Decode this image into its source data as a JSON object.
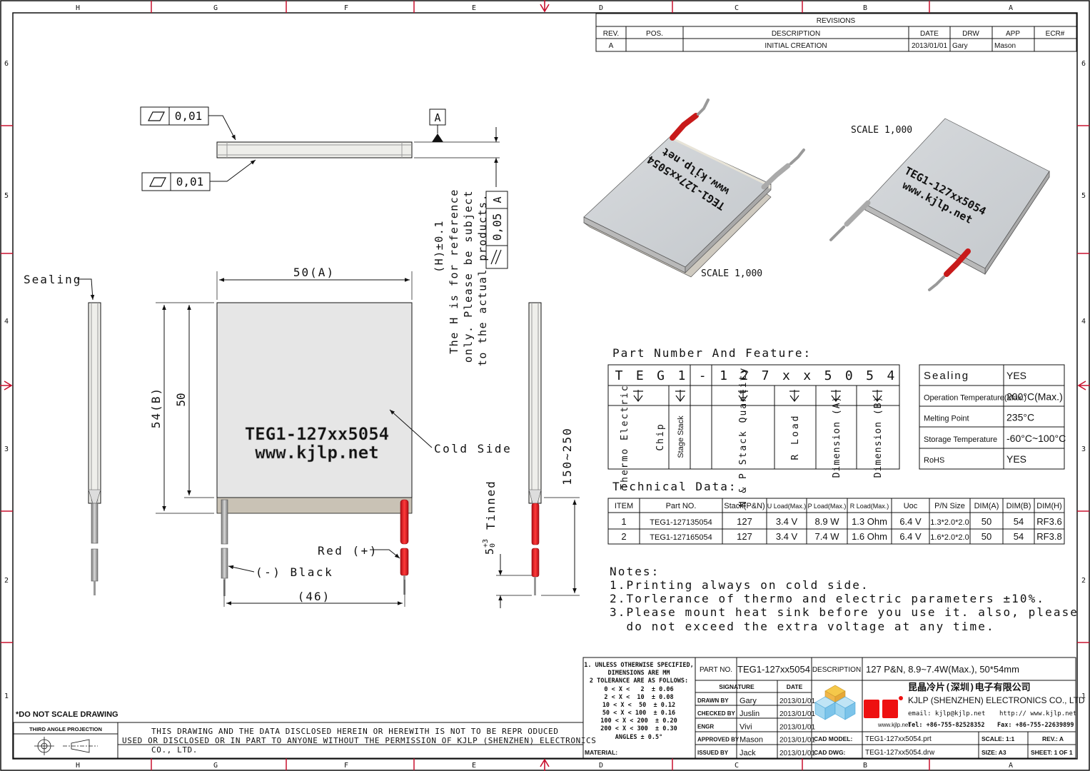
{
  "border": {
    "cols_top": [
      "H",
      "G",
      "F",
      "E",
      "D",
      "C",
      "B",
      "A"
    ],
    "cols_bottom": [
      "H",
      "G",
      "F",
      "E",
      "D",
      "C",
      "B",
      "A"
    ],
    "rows_left": [
      "6",
      "5",
      "4",
      "3",
      "2",
      "1"
    ],
    "rows_right": [
      "6",
      "5",
      "4",
      "3",
      "2",
      "1"
    ],
    "color": "#c8102e"
  },
  "revisions": {
    "title": "REVISIONS",
    "headers": [
      "REV.",
      "POS.",
      "DESCRIPTION",
      "DATE",
      "DRW",
      "APP",
      "ECR#"
    ],
    "rows": [
      [
        "A",
        "",
        "INITIAL CREATION",
        "2013/01/01",
        "Gary",
        "Mason",
        ""
      ]
    ]
  },
  "drawing": {
    "flatness_1": "0,01",
    "flatness_2": "0,01",
    "datum_a": "A",
    "parallel_tol": "0,05",
    "parallel_ref": "A",
    "h_note_1": "(H)±0.1",
    "h_note_2": "The H is for reference",
    "h_note_3": "only. Please be subject",
    "h_note_4": "to the actual products.",
    "sealing": "Sealing",
    "dim_width": "50(A)",
    "dim_height": "54(B)",
    "dim_inner": "50",
    "dim_leads": "(46)",
    "dim_wire": "150~250",
    "dim_tin_a": "5",
    "dim_tin_b": "+3",
    "dim_tin_c": "0",
    "tinned": "Tinned",
    "logo_1": "TEG1-127xx5054",
    "logo_2": "www.kjlp.net",
    "cold_side": "Cold Side",
    "red_label": "Red (+)",
    "black_label": "(-) Black",
    "scale_1": "SCALE  1,000",
    "scale_2": "SCALE  1,000"
  },
  "part_number": {
    "title": "Part Number And Feature:",
    "chars": [
      "T",
      "E",
      "G",
      "1",
      "-",
      "1",
      "2",
      "7",
      "x",
      "x",
      "5",
      "0",
      "5",
      "4"
    ],
    "labels": [
      "Thermo Electric",
      "Chip",
      "Stage Stack",
      "N & P Stack Quantity",
      "R Load",
      "Dimension (A)",
      "Dimension (B)"
    ],
    "features": [
      [
        "Sealing",
        "YES"
      ],
      [
        "Operation Temperature(Max.)",
        "200°C(Max.)"
      ],
      [
        "Melting Point",
        "235°C"
      ],
      [
        "Storage Temperature",
        "-60°C~100°C"
      ],
      [
        "RoHS",
        "YES"
      ]
    ]
  },
  "technical": {
    "title": "Technical Data:",
    "headers": [
      "ITEM",
      "Part NO.",
      "Stack(P&N)",
      "U Load(Max.)",
      "P Load(Max.)",
      "R Load(Max.)",
      "Uoc",
      "P/N Size",
      "DIM(A)",
      "DIM(B)",
      "DIM(H)"
    ],
    "rows": [
      [
        "1",
        "TEG1-127135054",
        "127",
        "3.4 V",
        "8.9 W",
        "1.3 Ohm",
        "6.4 V",
        "1.3*2.0*2.0",
        "50",
        "54",
        "RF3.6"
      ],
      [
        "2",
        "TEG1-127165054",
        "127",
        "3.4 V",
        "7.4 W",
        "1.6 Ohm",
        "6.4 V",
        "1.6*2.0*2.0",
        "50",
        "54",
        "RF3.8"
      ]
    ]
  },
  "notes": {
    "title": "Notes:",
    "lines": [
      "1.Printing always on cold side.",
      "2.Torlerance of thermo and electric parameters ±10%.",
      "3.Please mount heat sink before you use it. also, please",
      "  do not exceed the extra voltage at any time."
    ]
  },
  "title_block": {
    "tolerance": [
      "1. UNLESS OTHERWISE SPECIFIED,",
      "DIMENSIONS ARE MM",
      "2 TOLERANCE ARE AS FOLLOWS:",
      "0 < X <   2  ± 0.06",
      "2 < X <  10  ± 0.08",
      "10 < X <  50  ± 0.12",
      "50 < X < 100  ± 0.16",
      "100 < X < 200  ± 0.20",
      "200 < X < 300  ± 0.30",
      "ANGLES ± 0.5°"
    ],
    "do_not_scale": "*DO NOT SCALE DRAWING",
    "projection": "THIRD ANGLE PROJECTION",
    "disclaimer_1": "THIS DRAWING AND THE DATA DISCLOSED HEREIN OR HEREWITH IS NOT TO BE REPR ODUCED",
    "disclaimer_2": "USED OR DISCLOSED OR IN PART TO ANYONE WITHOUT THE PERMISSION OF KJLP (SHENZHEN) ELECTRONICS",
    "disclaimer_3": "CO., LTD.",
    "material": "MATERIAL:",
    "part_no_label": "PART NO.",
    "part_no": "TEG1-127xx5054",
    "description_label": "DESCRIPTION",
    "description": "127 P&N, 8.9~7.4W(Max.), 50*54mm",
    "signature": "SIGNATURE",
    "date": "DATE",
    "sign_rows": [
      [
        "DRAWN BY",
        "Gary",
        "2013/01/01"
      ],
      [
        "CHECKED BY",
        "Juslin",
        "2013/01/01"
      ],
      [
        "ENGR",
        "Vivi",
        "2013/01/01"
      ],
      [
        "APPROVED BY",
        "Mason",
        "2013/01/01"
      ],
      [
        "ISSUED BY",
        "Jack",
        "2013/01/01"
      ]
    ],
    "company_cn": "昆晶冷片(深圳)电子有限公司",
    "company_en": "KJLP (SHENZHEN) ELECTRONICS CO., LTD",
    "email": "email: kjlp@kjlp.net",
    "http": "http:// www.kjlp.net",
    "tel": "Tel: +86-755-82528352",
    "fax": "Fax: +86-755-22639899",
    "logo_web": "www.kjlp.net",
    "cad_model_label": "CAD MODEL:",
    "cad_model": "TEG1-127xx5054.prt",
    "cad_dwg_label": "CAD DWG:",
    "cad_dwg": "TEG1-127xx5054.drw",
    "scale_label": "SCALE: 1:1",
    "size_label": "SIZE: A3",
    "rev_label": "REV.: A",
    "sheet_label": "SHEET: 1 OF 1"
  }
}
